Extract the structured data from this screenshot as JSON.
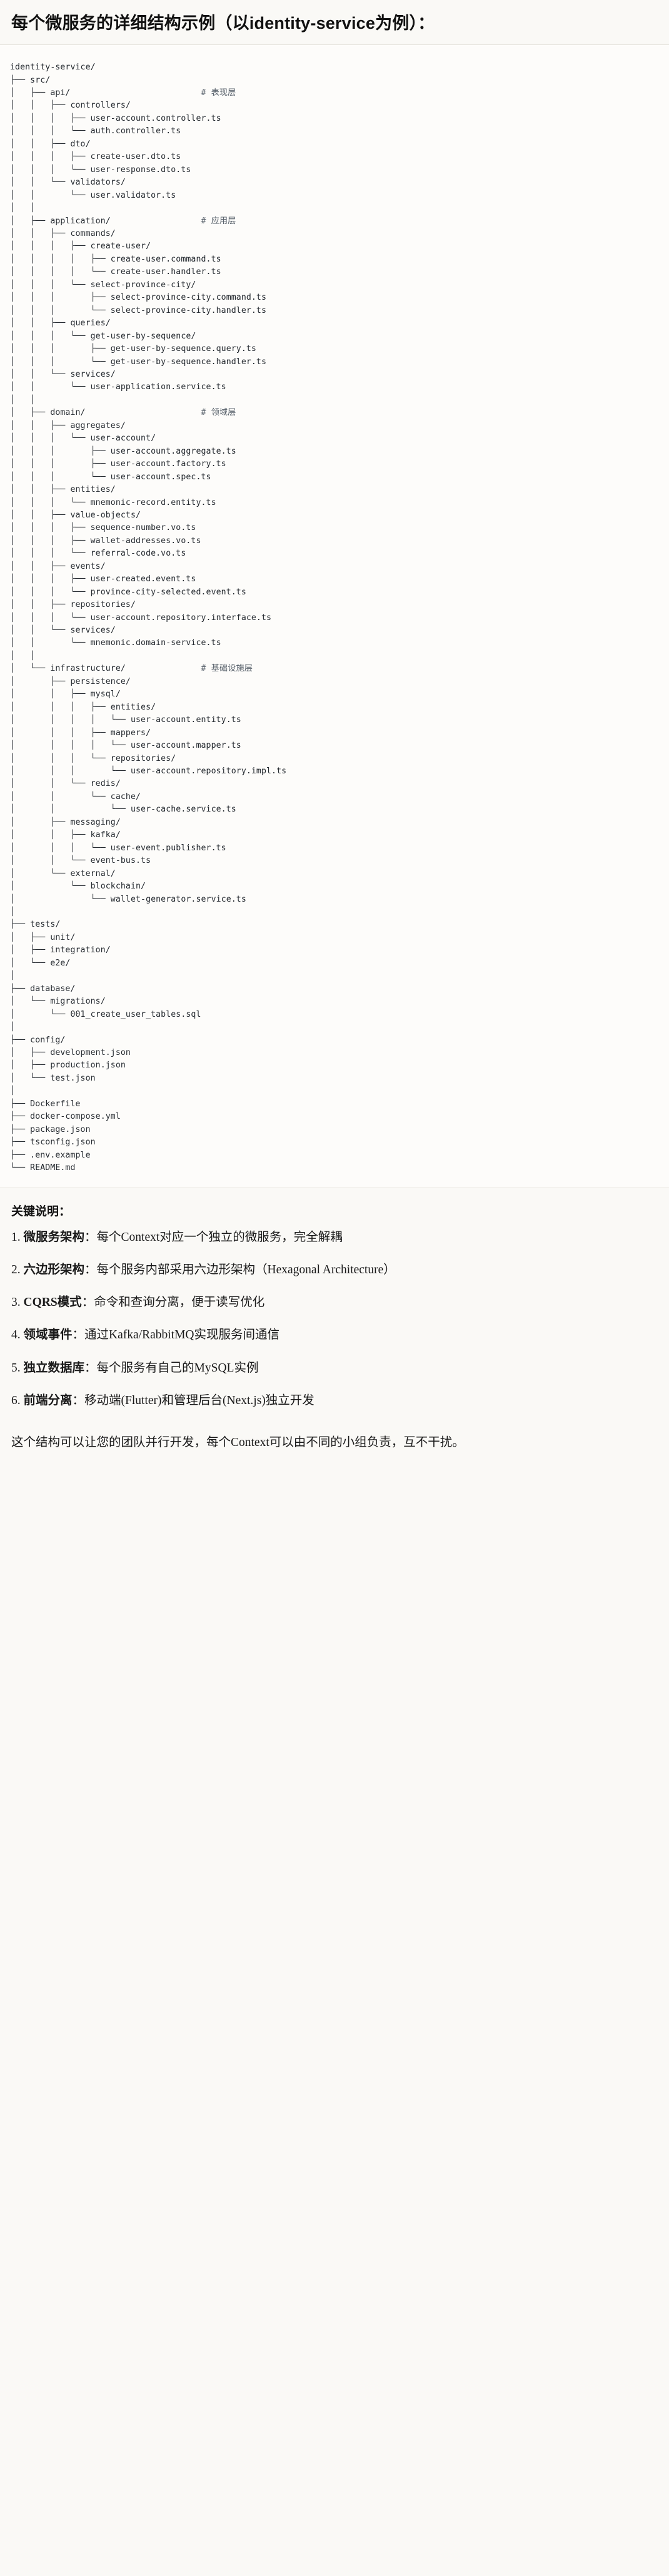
{
  "document": {
    "title": "每个微服务的详细结构示例（以identity-service为例）："
  },
  "tree": {
    "root": "identity-service/",
    "lines": [
      {
        "text": "identity-service/",
        "comment": ""
      },
      {
        "text": "├── src/",
        "comment": ""
      },
      {
        "text": "│   ├── api/",
        "comment": "# 表现层"
      },
      {
        "text": "│   │   ├── controllers/",
        "comment": ""
      },
      {
        "text": "│   │   │   ├── user-account.controller.ts",
        "comment": ""
      },
      {
        "text": "│   │   │   └── auth.controller.ts",
        "comment": ""
      },
      {
        "text": "│   │   ├── dto/",
        "comment": ""
      },
      {
        "text": "│   │   │   ├── create-user.dto.ts",
        "comment": ""
      },
      {
        "text": "│   │   │   └── user-response.dto.ts",
        "comment": ""
      },
      {
        "text": "│   │   └── validators/",
        "comment": ""
      },
      {
        "text": "│   │       └── user.validator.ts",
        "comment": ""
      },
      {
        "text": "│   │",
        "comment": ""
      },
      {
        "text": "│   ├── application/",
        "comment": "# 应用层"
      },
      {
        "text": "│   │   ├── commands/",
        "comment": ""
      },
      {
        "text": "│   │   │   ├── create-user/",
        "comment": ""
      },
      {
        "text": "│   │   │   │   ├── create-user.command.ts",
        "comment": ""
      },
      {
        "text": "│   │   │   │   └── create-user.handler.ts",
        "comment": ""
      },
      {
        "text": "│   │   │   └── select-province-city/",
        "comment": ""
      },
      {
        "text": "│   │   │       ├── select-province-city.command.ts",
        "comment": ""
      },
      {
        "text": "│   │   │       └── select-province-city.handler.ts",
        "comment": ""
      },
      {
        "text": "│   │   ├── queries/",
        "comment": ""
      },
      {
        "text": "│   │   │   └── get-user-by-sequence/",
        "comment": ""
      },
      {
        "text": "│   │   │       ├── get-user-by-sequence.query.ts",
        "comment": ""
      },
      {
        "text": "│   │   │       └── get-user-by-sequence.handler.ts",
        "comment": ""
      },
      {
        "text": "│   │   └── services/",
        "comment": ""
      },
      {
        "text": "│   │       └── user-application.service.ts",
        "comment": ""
      },
      {
        "text": "│   │",
        "comment": ""
      },
      {
        "text": "│   ├── domain/",
        "comment": "# 领域层"
      },
      {
        "text": "│   │   ├── aggregates/",
        "comment": ""
      },
      {
        "text": "│   │   │   └── user-account/",
        "comment": ""
      },
      {
        "text": "│   │   │       ├── user-account.aggregate.ts",
        "comment": ""
      },
      {
        "text": "│   │   │       ├── user-account.factory.ts",
        "comment": ""
      },
      {
        "text": "│   │   │       └── user-account.spec.ts",
        "comment": ""
      },
      {
        "text": "│   │   ├── entities/",
        "comment": ""
      },
      {
        "text": "│   │   │   └── mnemonic-record.entity.ts",
        "comment": ""
      },
      {
        "text": "│   │   ├── value-objects/",
        "comment": ""
      },
      {
        "text": "│   │   │   ├── sequence-number.vo.ts",
        "comment": ""
      },
      {
        "text": "│   │   │   ├── wallet-addresses.vo.ts",
        "comment": ""
      },
      {
        "text": "│   │   │   └── referral-code.vo.ts",
        "comment": ""
      },
      {
        "text": "│   │   ├── events/",
        "comment": ""
      },
      {
        "text": "│   │   │   ├── user-created.event.ts",
        "comment": ""
      },
      {
        "text": "│   │   │   └── province-city-selected.event.ts",
        "comment": ""
      },
      {
        "text": "│   │   ├── repositories/",
        "comment": ""
      },
      {
        "text": "│   │   │   └── user-account.repository.interface.ts",
        "comment": ""
      },
      {
        "text": "│   │   └── services/",
        "comment": ""
      },
      {
        "text": "│   │       └── mnemonic.domain-service.ts",
        "comment": ""
      },
      {
        "text": "│   │",
        "comment": ""
      },
      {
        "text": "│   └── infrastructure/",
        "comment": "# 基础设施层"
      },
      {
        "text": "│       ├── persistence/",
        "comment": ""
      },
      {
        "text": "│       │   ├── mysql/",
        "comment": ""
      },
      {
        "text": "│       │   │   ├── entities/",
        "comment": ""
      },
      {
        "text": "│       │   │   │   └── user-account.entity.ts",
        "comment": ""
      },
      {
        "text": "│       │   │   ├── mappers/",
        "comment": ""
      },
      {
        "text": "│       │   │   │   └── user-account.mapper.ts",
        "comment": ""
      },
      {
        "text": "│       │   │   └── repositories/",
        "comment": ""
      },
      {
        "text": "│       │   │       └── user-account.repository.impl.ts",
        "comment": ""
      },
      {
        "text": "│       │   └── redis/",
        "comment": ""
      },
      {
        "text": "│       │       └── cache/",
        "comment": ""
      },
      {
        "text": "│       │           └── user-cache.service.ts",
        "comment": ""
      },
      {
        "text": "│       ├── messaging/",
        "comment": ""
      },
      {
        "text": "│       │   ├── kafka/",
        "comment": ""
      },
      {
        "text": "│       │   │   └── user-event.publisher.ts",
        "comment": ""
      },
      {
        "text": "│       │   └── event-bus.ts",
        "comment": ""
      },
      {
        "text": "│       └── external/",
        "comment": ""
      },
      {
        "text": "│           └── blockchain/",
        "comment": ""
      },
      {
        "text": "│               └── wallet-generator.service.ts",
        "comment": ""
      },
      {
        "text": "│",
        "comment": ""
      },
      {
        "text": "├── tests/",
        "comment": ""
      },
      {
        "text": "│   ├── unit/",
        "comment": ""
      },
      {
        "text": "│   ├── integration/",
        "comment": ""
      },
      {
        "text": "│   └── e2e/",
        "comment": ""
      },
      {
        "text": "│",
        "comment": ""
      },
      {
        "text": "├── database/",
        "comment": ""
      },
      {
        "text": "│   └── migrations/",
        "comment": ""
      },
      {
        "text": "│       └── 001_create_user_tables.sql",
        "comment": ""
      },
      {
        "text": "│",
        "comment": ""
      },
      {
        "text": "├── config/",
        "comment": ""
      },
      {
        "text": "│   ├── development.json",
        "comment": ""
      },
      {
        "text": "│   ├── production.json",
        "comment": ""
      },
      {
        "text": "│   └── test.json",
        "comment": ""
      },
      {
        "text": "│",
        "comment": ""
      },
      {
        "text": "├── Dockerfile",
        "comment": ""
      },
      {
        "text": "├── docker-compose.yml",
        "comment": ""
      },
      {
        "text": "├── package.json",
        "comment": ""
      },
      {
        "text": "├── tsconfig.json",
        "comment": ""
      },
      {
        "text": "├── .env.example",
        "comment": ""
      },
      {
        "text": "└── README.md",
        "comment": ""
      }
    ],
    "comment_column": 38
  },
  "keypoints": {
    "heading": "关键说明：",
    "items": [
      {
        "num": "1.",
        "term": "微服务架构",
        "sep": "：",
        "text": "每个Context对应一个独立的微服务，完全解耦"
      },
      {
        "num": "2.",
        "term": "六边形架构",
        "sep": "：",
        "text": "每个服务内部采用六边形架构（Hexagonal Architecture）"
      },
      {
        "num": "3.",
        "term": "CQRS模式",
        "sep": "：",
        "text": "命令和查询分离，便于读写优化"
      },
      {
        "num": "4.",
        "term": "领域事件",
        "sep": "：",
        "text": "通过Kafka/RabbitMQ实现服务间通信"
      },
      {
        "num": "5.",
        "term": "独立数据库",
        "sep": "：",
        "text": "每个服务有自己的MySQL实例"
      },
      {
        "num": "6.",
        "term": "前端分离",
        "sep": "：",
        "text": "移动端(Flutter)和管理后台(Next.js)独立开发"
      }
    ],
    "closing": "这个结构可以让您的团队并行开发，每个Context可以由不同的小组负责，互不干扰。"
  },
  "colors": {
    "page_bg": "#faf9f6",
    "code_bg": "#fdfcfa",
    "code_text": "#24292f",
    "comment_text": "#57606a",
    "rule": "#e3e0d9",
    "heading": "#111111"
  }
}
